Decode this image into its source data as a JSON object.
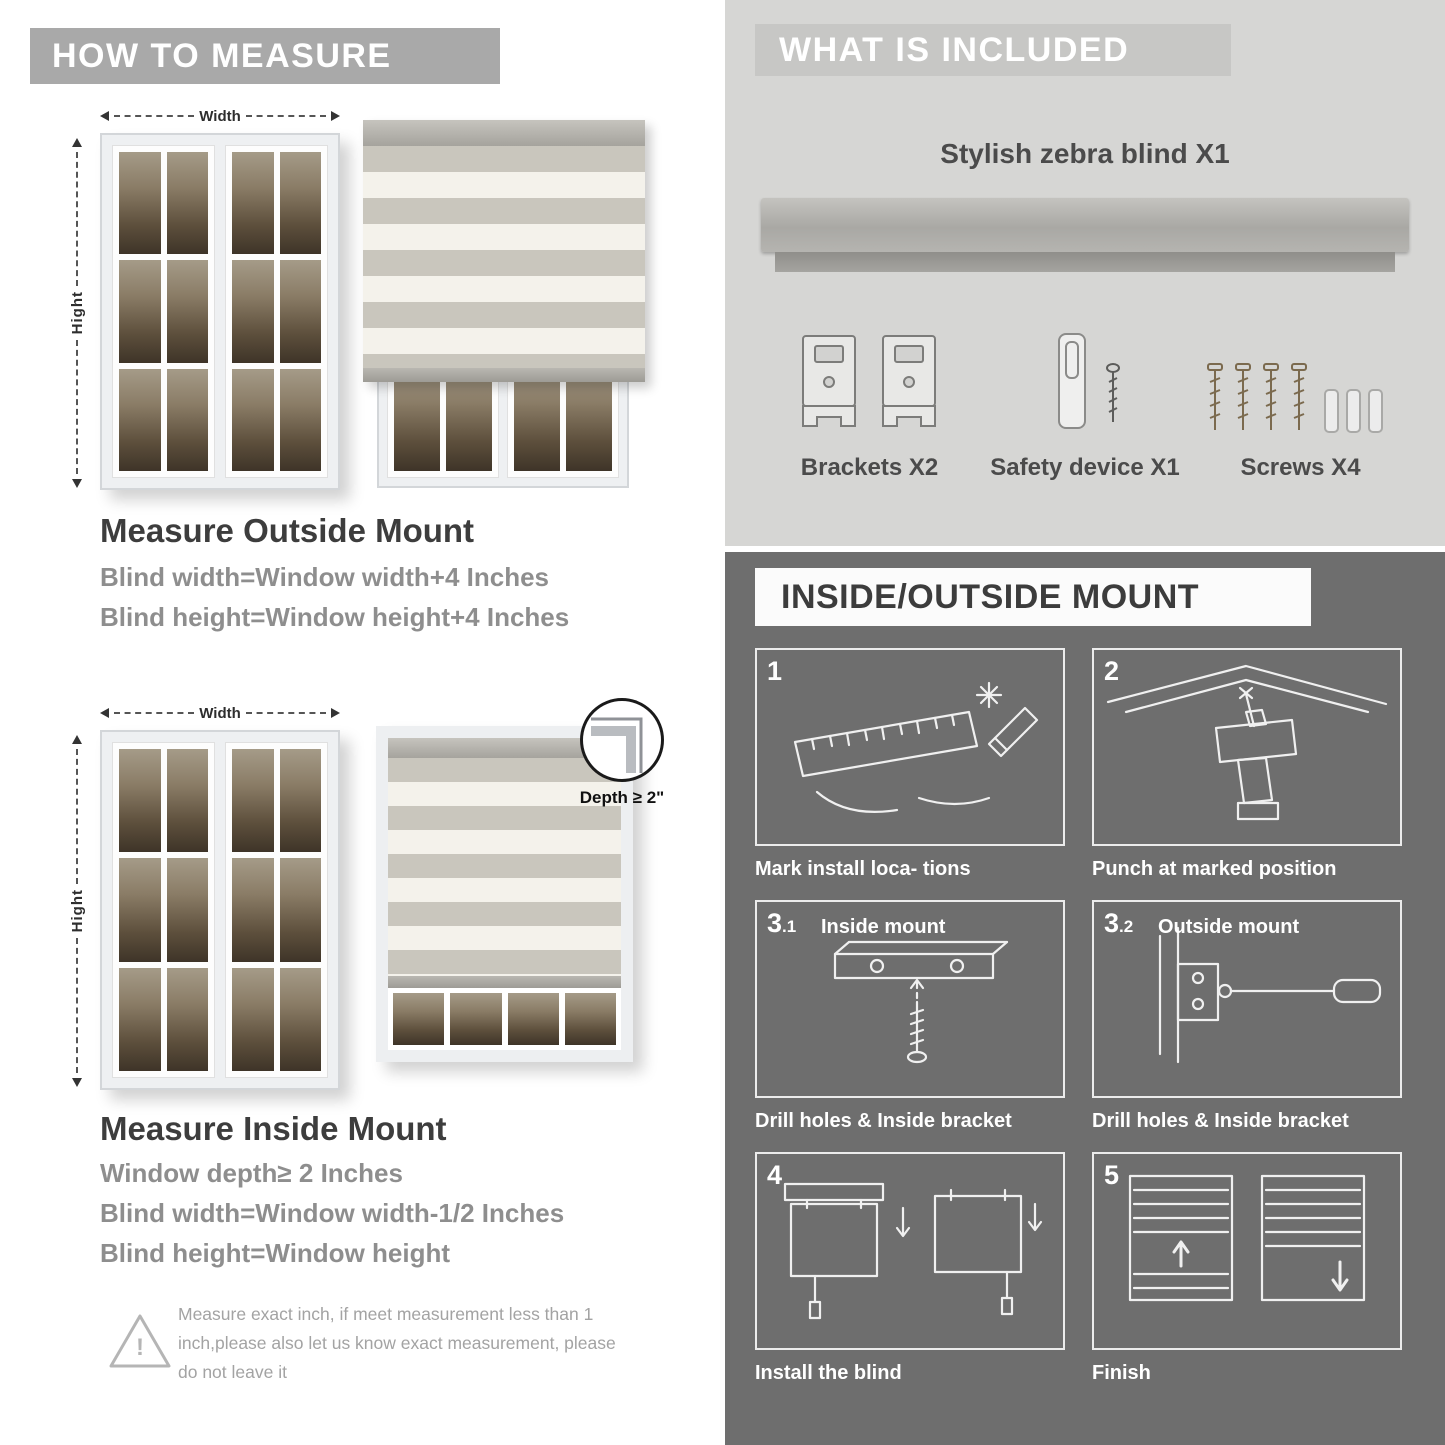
{
  "measure": {
    "header": "HOW TO MEASURE",
    "width_label": "Width",
    "height_label": "Hight",
    "outside": {
      "title": "Measure Outside Mount",
      "lines": [
        "Blind width=Window width+4 Inches",
        "Blind height=Window height+4 Inches"
      ]
    },
    "inside": {
      "depth_note": "Depth ≥ 2\"",
      "title": "Measure Inside Mount",
      "lines": [
        "Window depth≥ 2 Inches",
        "Blind width=Window width-1/2 Inches",
        "Blind height=Window height"
      ]
    },
    "warning": {
      "mark": "!",
      "text": "Measure exact inch, if meet measurement less than 1 inch,please also let us know exact measurement, please do not leave it"
    }
  },
  "included": {
    "header": "WHAT IS INCLUDED",
    "blind_label": "Stylish zebra blind X1",
    "items": [
      {
        "label": "Brackets X2"
      },
      {
        "label": "Safety device X1"
      },
      {
        "label": "Screws X4"
      }
    ]
  },
  "mount": {
    "header": "INSIDE/OUTSIDE MOUNT",
    "steps": [
      {
        "num": "1",
        "sub": "",
        "title": "",
        "caption": "Mark install loca- tions"
      },
      {
        "num": "2",
        "sub": "",
        "title": "",
        "caption": "Punch at  marked position"
      },
      {
        "num": "3",
        "sub": ".1",
        "title": "Inside mount",
        "caption": "Drill holes &  Inside bracket"
      },
      {
        "num": "3",
        "sub": ".2",
        "title": "Outside mount",
        "caption": "Drill holes &  Inside bracket"
      },
      {
        "num": "4",
        "sub": "",
        "title": "",
        "caption": "Install the blind"
      },
      {
        "num": "5",
        "sub": "",
        "title": "",
        "caption": "Finish"
      }
    ]
  },
  "colors": {
    "header_gray": "#a9a9a9",
    "light_panel": "#d6d6d4",
    "dark_panel": "#6e6e6e",
    "title_text": "#3d3d3d",
    "body_text": "#8e8e8e"
  }
}
